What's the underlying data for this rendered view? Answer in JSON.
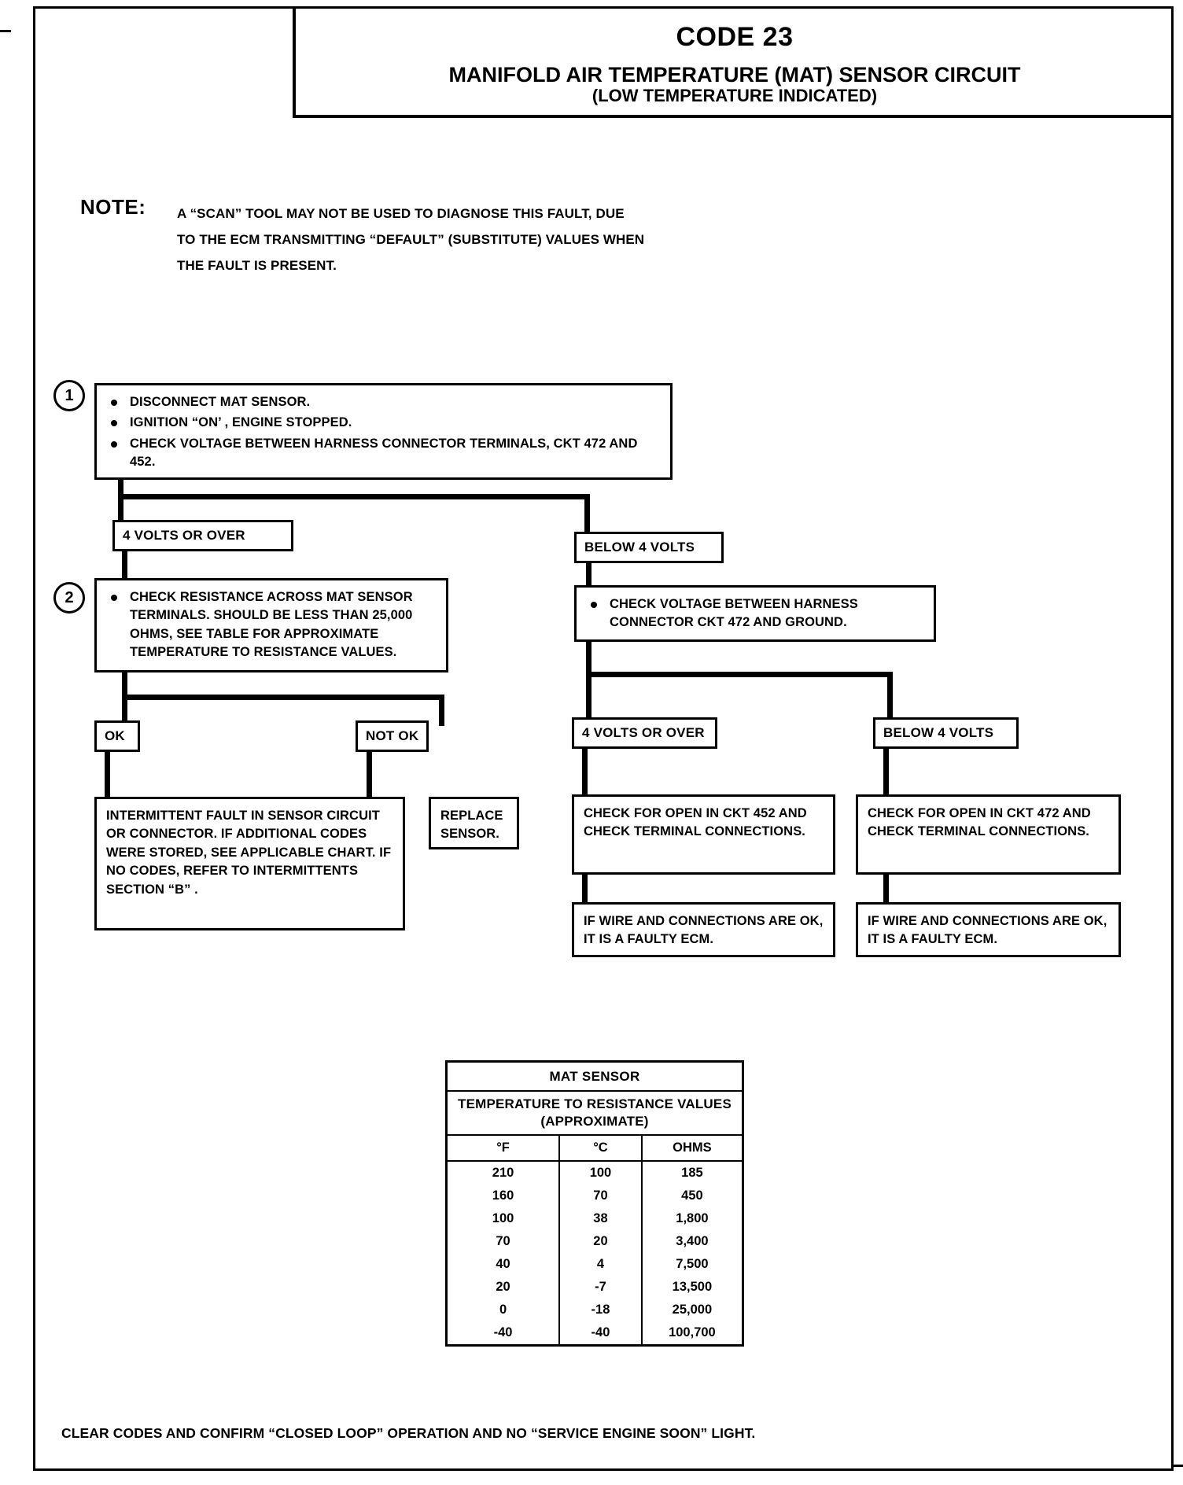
{
  "title": {
    "code": "CODE 23",
    "circuit": "MANIFOLD AIR TEMPERATURE (MAT) SENSOR CIRCUIT",
    "subtitle": "(LOW TEMPERATURE INDICATED)"
  },
  "note": {
    "label": "NOTE:",
    "line1": "A “SCAN” TOOL MAY NOT BE USED TO DIAGNOSE THIS FAULT, DUE",
    "line2": "TO THE ECM TRANSMITTING “DEFAULT” (SUBSTITUTE) VALUES WHEN",
    "line3": "THE FAULT IS PRESENT."
  },
  "steps": {
    "one": "1",
    "two": "2"
  },
  "step1": {
    "bullets": [
      "DISCONNECT MAT SENSOR.",
      "IGNITION “ON’ , ENGINE STOPPED.",
      "CHECK VOLTAGE BETWEEN HARNESS CONNECTOR TERMINALS, CKT 472 AND 452."
    ]
  },
  "branch_labels": {
    "left_4v": "4 VOLTS OR OVER",
    "right_below4v": "BELOW 4 VOLTS",
    "ok": "OK",
    "not_ok": "NOT OK",
    "mid_4v": "4 VOLTS OR OVER",
    "far_below4v": "BELOW 4 VOLTS"
  },
  "step2": {
    "bullet": "CHECK RESISTANCE ACROSS MAT SENSOR TERMINALS. SHOULD BE LESS THAN 25,000 OHMS, SEE TABLE FOR APPROXIMATE TEMPERATURE TO RESISTANCE VALUES."
  },
  "right_check": {
    "bullet": "CHECK VOLTAGE BETWEEN HARNESS CONNECTOR CKT 472 AND GROUND."
  },
  "results": {
    "intermittent": "INTERMITTENT FAULT IN SENSOR CIRCUIT OR CONNECTOR.  IF ADDITIONAL CODES WERE STORED, SEE APPLICABLE CHART. IF NO CODES, REFER TO INTERMITTENTS SECTION “B” .",
    "replace_sensor": "REPLACE SENSOR.",
    "open_452": "CHECK FOR OPEN IN CKT 452 AND CHECK TERMINAL CONNECTIONS.",
    "open_472": "CHECK FOR OPEN IN CKT 472 AND CHECK TERMINAL CONNECTIONS.",
    "faulty_ecm_left": "IF WIRE AND CONNECTIONS ARE OK, IT IS A FAULTY ECM.",
    "faulty_ecm_right": "IF WIRE AND CONNECTIONS ARE OK, IT IS A FAULTY ECM."
  },
  "chart_data": {
    "type": "table",
    "title": "MAT SENSOR",
    "subtitle_line1": "TEMPERATURE TO RESISTANCE VALUES",
    "subtitle_line2": "(APPROXIMATE)",
    "columns": [
      "°F",
      "°C",
      "OHMS"
    ],
    "rows": [
      [
        "210",
        "100",
        "185"
      ],
      [
        "160",
        "70",
        "450"
      ],
      [
        "100",
        "38",
        "1,800"
      ],
      [
        "70",
        "20",
        "3,400"
      ],
      [
        "40",
        "4",
        "7,500"
      ],
      [
        "20",
        "-7",
        "13,500"
      ],
      [
        "0",
        "-18",
        "25,000"
      ],
      [
        "-40",
        "-40",
        "100,700"
      ]
    ]
  },
  "footer": {
    "text": "CLEAR CODES AND CONFIRM “CLOSED LOOP”  OPERATION AND NO “SERVICE ENGINE SOON” LIGHT."
  }
}
